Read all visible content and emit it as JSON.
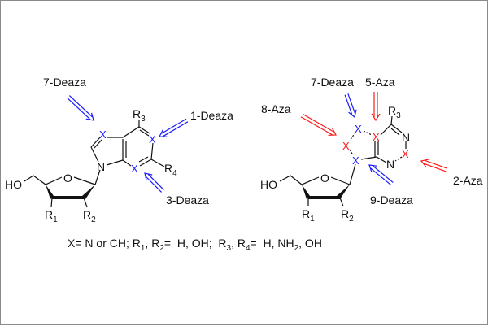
{
  "colors": {
    "deaza": "#1a1aff",
    "aza": "#ff1a1a",
    "text": "#111111",
    "frame": "#8a8a8a"
  },
  "left_molecule": {
    "labels": {
      "seven_deaza": "7-Deaza",
      "one_deaza": "1-Deaza",
      "three_deaza": "3-Deaza"
    },
    "atoms": {
      "x": "X",
      "n": "N",
      "o": "O",
      "ho": "HO",
      "r": "R",
      "r1": "1",
      "r2": "2",
      "r3": "3",
      "r4": "4"
    }
  },
  "right_molecule": {
    "labels": {
      "seven_deaza": "7-Deaza",
      "five_aza": "5-Aza",
      "eight_aza": "8-Aza",
      "two_aza": "2-Aza",
      "nine_deaza": "9-Deaza"
    },
    "atoms": {
      "x": "X",
      "n": "N",
      "o": "O",
      "ho": "HO",
      "r": "R",
      "r1": "1",
      "r2": "2",
      "r3": "3"
    }
  },
  "footer": {
    "p1": "X= N or CH; R",
    "s1": "1",
    "p2": ", R",
    "s2": "2",
    "p3": "=  H, OH;  R",
    "s3": "3",
    "p4": ", R",
    "s4": "4",
    "p5": "=  H, NH",
    "s5": "2",
    "p6": ", OH"
  }
}
